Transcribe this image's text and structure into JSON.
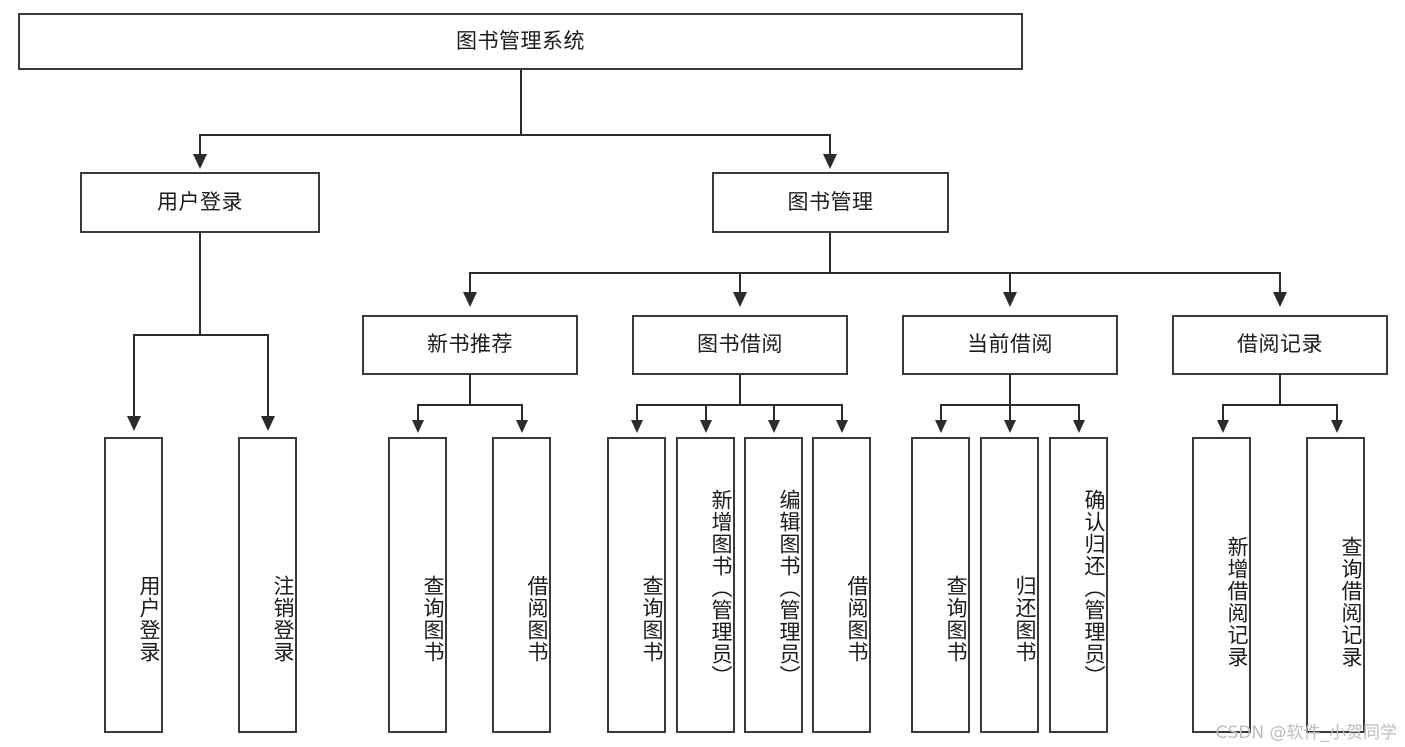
{
  "diagram": {
    "type": "tree",
    "title": "图书管理系统",
    "root": {
      "label": "图书管理系统"
    },
    "level1": [
      {
        "label": "用户登录"
      },
      {
        "label": "图书管理"
      }
    ],
    "level2": [
      {
        "label": "新书推荐"
      },
      {
        "label": "图书借阅"
      },
      {
        "label": "当前借阅"
      },
      {
        "label": "借阅记录"
      }
    ],
    "leaves": {
      "user_login": [
        {
          "label": "用户登录"
        },
        {
          "label": "注销登录"
        }
      ],
      "new_book": [
        {
          "label": "查询图书"
        },
        {
          "label": "借阅图书"
        }
      ],
      "book_borrow": [
        {
          "label": "查询图书"
        },
        {
          "label": "新增图书（管理员）"
        },
        {
          "label": "编辑图书（管理员）"
        },
        {
          "label": "借阅图书"
        }
      ],
      "current_borrow": [
        {
          "label": "查询图书"
        },
        {
          "label": "归还图书"
        },
        {
          "label": "确认归还（管理员）"
        }
      ],
      "borrow_record": [
        {
          "label": "新增借阅记录"
        },
        {
          "label": "查询借阅记录"
        }
      ]
    }
  },
  "watermark": {
    "text": "CSDN @软件_小贺同学"
  },
  "colors": {
    "box_border": "#3a3a3a",
    "line": "#2b2b2b",
    "text": "#1c1c1c",
    "background": "#ffffff",
    "watermark": "#bdbdbd"
  }
}
